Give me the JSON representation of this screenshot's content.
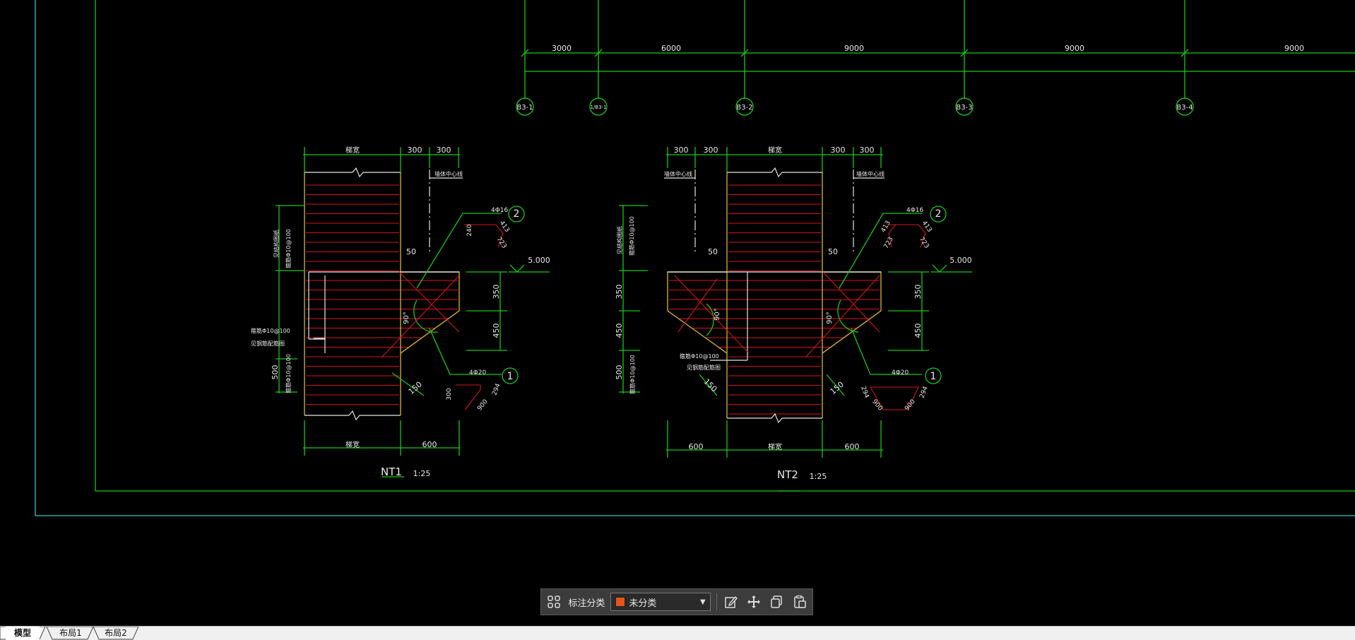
{
  "drawing": {
    "dims_top": [
      "3000",
      "6000",
      "9000",
      "9000",
      "9000"
    ],
    "axis_labels": [
      "B3-1",
      "1/B3-1",
      "B3-2",
      "B3-3",
      "B3-4"
    ],
    "nt1": {
      "title": "NT1",
      "scale": "1:25",
      "dim_top": [
        "梯宽",
        "300",
        "300"
      ],
      "dim_bottom": [
        "梯宽",
        "600"
      ],
      "elev": "5.000",
      "dims_right": [
        "350",
        "450"
      ],
      "dims_left": [
        "500"
      ],
      "small_dims": [
        "50",
        "150"
      ],
      "bar2_label": "4Φ16",
      "bar1_label": "4Φ20",
      "bar2_bend": [
        "240",
        "413",
        "723"
      ],
      "bar1_bend": [
        "300",
        "900",
        "294"
      ],
      "angle": "90°",
      "axis_note": "墙体中心线",
      "note_top_left": [
        "见结构图纸",
        "箍筋Φ10@100"
      ],
      "note_mid_left": [
        "箍筋Φ10@100",
        "见钢筋配筋图"
      ],
      "note_bot_left": [
        "箍筋Φ10@100"
      ]
    },
    "nt2": {
      "title": "NT2",
      "scale": "1:25",
      "dim_top": [
        "300",
        "300",
        "梯宽",
        "300",
        "300"
      ],
      "dim_bottom": [
        "600",
        "梯宽",
        "600"
      ],
      "elev": "5.000",
      "dims_right": [
        "350",
        "450"
      ],
      "dims_left": [
        "350",
        "450",
        "500"
      ],
      "small_dims": [
        "50",
        "50",
        "150",
        "150"
      ],
      "bar2_label": "4Φ16",
      "bar1_label": "4Φ20",
      "bar2_bend": [
        "413",
        "723",
        "413",
        "723"
      ],
      "bar1_bend": [
        "294",
        "900",
        "900",
        "294"
      ],
      "angle_left": "90°",
      "angle_right": "90°",
      "axis_note": "墙体中心线",
      "note_top_left": [
        "见结构图纸",
        "箍筋Φ10@100"
      ],
      "note_mid_left": [
        "箍筋Φ10@100",
        "见钢筋配筋图"
      ],
      "note_bot_left": [
        "箍筋Φ10@100"
      ]
    }
  },
  "toolbar": {
    "label": "标注分类",
    "category_value": "未分类",
    "category_color": "#e8531d"
  },
  "tabs": [
    "模型",
    "布局1",
    "布局2"
  ]
}
